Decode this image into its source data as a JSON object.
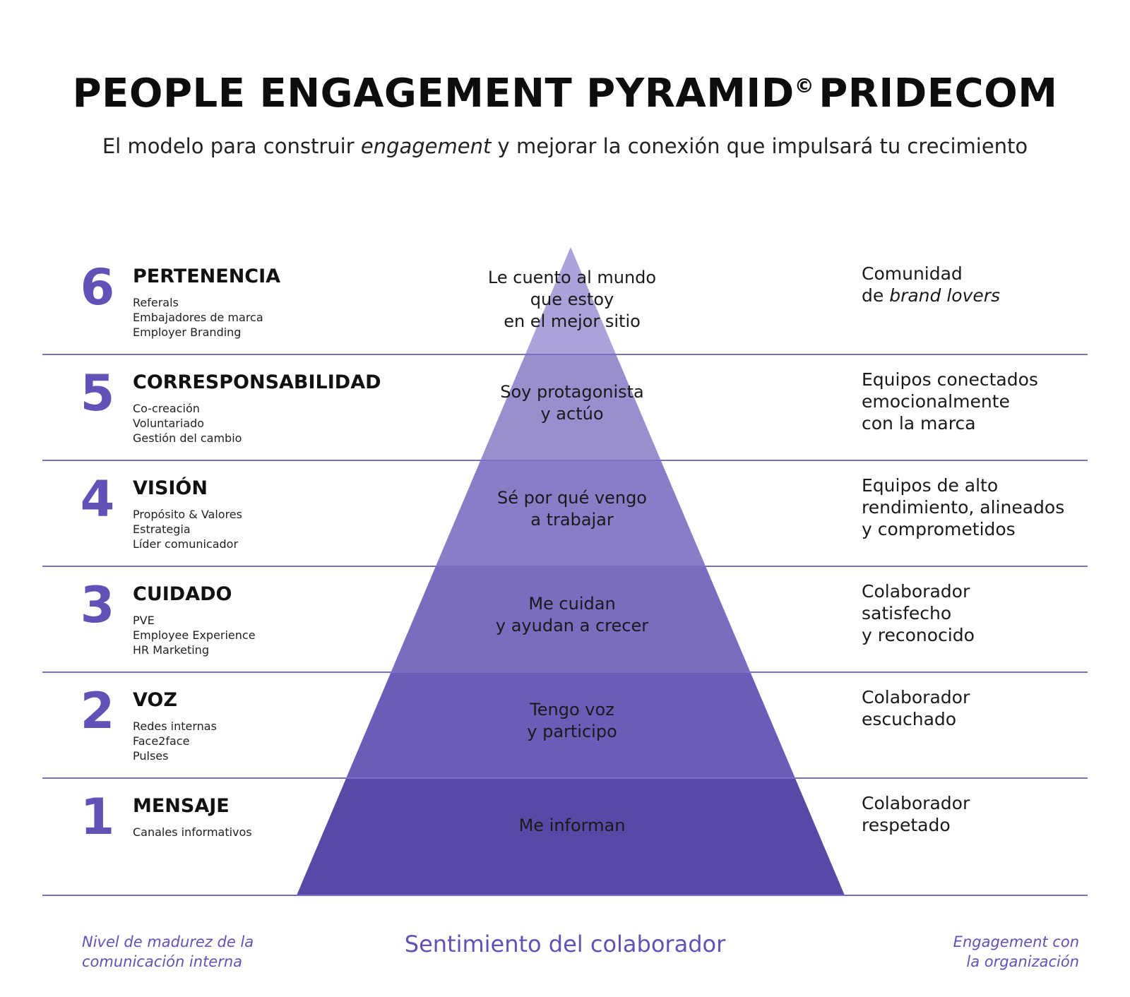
{
  "header": {
    "title": "PEOPLE ENGAGEMENT PYRAMID",
    "copyright": "©",
    "title_brand": "PRIDECOM",
    "subtitle_pre": "El modelo para construir ",
    "subtitle_em": "engagement",
    "subtitle_post": " y mejorar la conexión que impulsará tu crecimiento"
  },
  "colors": {
    "accent": "#6152b7",
    "divider": "#7b6fc4",
    "level_fills": [
      "#5a48a6",
      "#6b5cb7",
      "#7a6dbf",
      "#887dc7",
      "#988fcf",
      "#aaa2d8"
    ]
  },
  "levels": [
    {
      "number": "6",
      "name": "PERTENENCIA",
      "items": [
        "Referals",
        "Embajadores de marca",
        "Employer Branding"
      ],
      "feeling": [
        "Le cuento al mundo",
        "que estoy",
        "en el mejor sitio"
      ],
      "outcome_line1": "Comunidad",
      "outcome_pre": "de ",
      "outcome_em": "brand lovers"
    },
    {
      "number": "5",
      "name": "CORRESPONSABILIDAD",
      "items": [
        "Co-creación",
        "Voluntariado",
        "Gestión del cambio"
      ],
      "feeling": [
        "Soy protagonista",
        "y actúo"
      ],
      "outcome": [
        "Equipos conectados",
        "emocionalmente",
        "con la marca"
      ]
    },
    {
      "number": "4",
      "name": "VISIÓN",
      "items": [
        "Propósito & Valores",
        "Estrategia",
        "Líder comunicador"
      ],
      "feeling": [
        "Sé por qué vengo",
        "a trabajar"
      ],
      "outcome": [
        "Equipos de alto",
        "rendimiento, alineados",
        "y comprometidos"
      ]
    },
    {
      "number": "3",
      "name": "CUIDADO",
      "items": [
        "PVE",
        "Employee Experience",
        "HR Marketing"
      ],
      "feeling": [
        "Me cuidan",
        "y ayudan a crecer"
      ],
      "outcome": [
        "Colaborador",
        "satisfecho",
        "y reconocido"
      ]
    },
    {
      "number": "2",
      "name": "VOZ",
      "items": [
        "Redes internas",
        "Face2face",
        "Pulses"
      ],
      "feeling": [
        "Tengo voz",
        "y participo"
      ],
      "outcome": [
        "Colaborador",
        "escuchado"
      ]
    },
    {
      "number": "1",
      "name": "MENSAJE",
      "items": [
        "Canales informativos"
      ],
      "feeling": [
        "Me informan"
      ],
      "outcome": [
        "Colaborador",
        "respetado"
      ]
    }
  ],
  "footer": {
    "left": [
      "Nivel de madurez de la",
      "comunicación interna"
    ],
    "center": "Sentimiento del colaborador",
    "right": [
      "Engagement con",
      "la organización"
    ]
  }
}
